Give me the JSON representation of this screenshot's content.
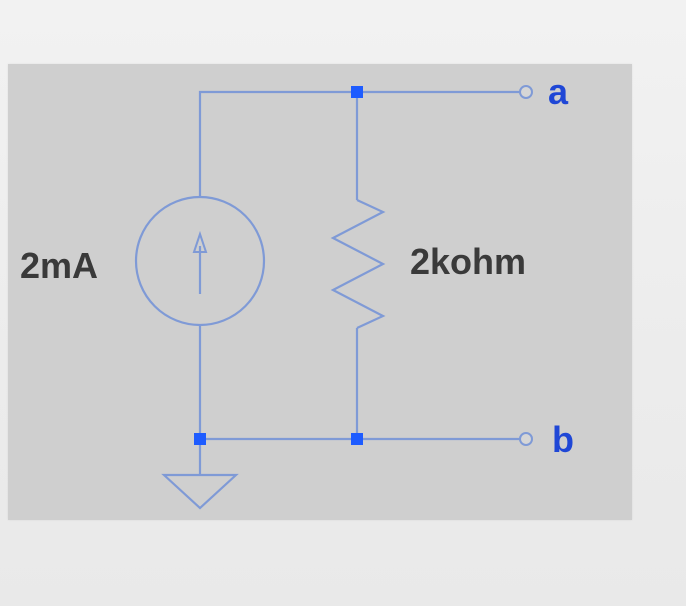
{
  "colors": {
    "wire": "#7f9ad6",
    "node": "#1e5cff",
    "terminal_label": "#1f47d6",
    "component_label": "#3a3a3a",
    "panel": "#cfcfcf"
  },
  "components": {
    "source": {
      "label": "2mA",
      "type": "current-source"
    },
    "resistor": {
      "label": "2kohm",
      "type": "resistor"
    }
  },
  "terminals": {
    "a": {
      "label": "a"
    },
    "b": {
      "label": "b"
    }
  },
  "icons": [
    "ground-icon",
    "arrow-up-icon",
    "node-icon",
    "terminal-icon"
  ]
}
